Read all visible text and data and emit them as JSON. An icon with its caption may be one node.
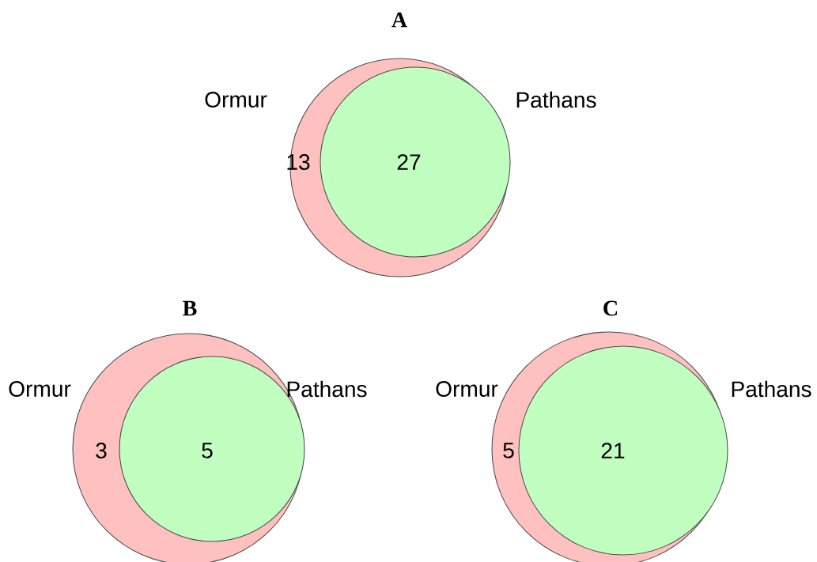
{
  "diagram": {
    "nodes": [
      {
        "text": [
          "13"
        ],
        "beside": [
          "Ormur"
        ]
      },
      {
        "text": [
          "27"
        ],
        "beside": [
          "Pathans"
        ],
        "in": 0
      },
      {
        "text": [
          "3"
        ],
        "beside": [
          "Ormur"
        ]
      },
      {
        "text": [
          "5"
        ],
        "beside": [
          "Pathans"
        ],
        "in": 2
      },
      {
        "text": [
          "5"
        ],
        "beside": [
          "Ormur"
        ]
      },
      {
        "text": [
          "21"
        ],
        "beside": [
          "Pathans"
        ],
        "in": 4
      }
    ],
    "labels": [
      "A",
      "B",
      "C"
    ]
  }
}
